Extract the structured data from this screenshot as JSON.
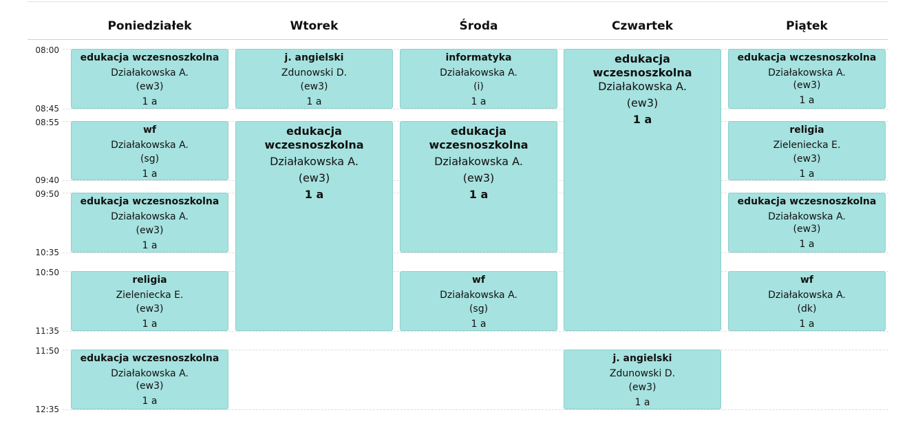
{
  "days": [
    "Poniedziałek",
    "Wtorek",
    "Środa",
    "Czwartek",
    "Piątek"
  ],
  "times": [
    "08:00",
    "08:45",
    "08:55",
    "09:40",
    "09:50",
    "10:35",
    "10:50",
    "11:35",
    "11:50",
    "12:35"
  ],
  "lessons": [
    {
      "subject": "edukacja wczesnoszkolna",
      "teacher": "Działakowska A.",
      "room": "(ew3)",
      "class": "1 a"
    },
    {
      "subject": "wf",
      "teacher": "Działakowska A.",
      "room": "(sg)",
      "class": "1 a"
    },
    {
      "subject": "edukacja wczesnoszkolna",
      "teacher": "Działakowska A.",
      "room": "(ew3)",
      "class": "1 a"
    },
    {
      "subject": "religia",
      "teacher": "Zieleniecka E.",
      "room": "(ew3)",
      "class": "1 a"
    },
    {
      "subject": "edukacja wczesnoszkolna",
      "teacher": "Działakowska A.",
      "room": "(ew3)",
      "class": "1 a"
    },
    {
      "subject": "j. angielski",
      "teacher": "Zdunowski D.",
      "room": "(ew3)",
      "class": "1 a"
    },
    {
      "subject": "edukacja wczesnoszkolna",
      "teacher": "Działakowska A.",
      "room": "(ew3)",
      "class": "1 a"
    },
    {
      "subject": "informatyka",
      "teacher": "Działakowska A.",
      "room": "(i)",
      "class": "1 a"
    },
    {
      "subject": "edukacja wczesnoszkolna",
      "teacher": "Działakowska A.",
      "room": "(ew3)",
      "class": "1 a"
    },
    {
      "subject": "wf",
      "teacher": "Działakowska A.",
      "room": "(sg)",
      "class": "1 a"
    },
    {
      "subject": "edukacja wczesnoszkolna",
      "teacher": "Działakowska A.",
      "room": "(ew3)",
      "class": "1 a"
    },
    {
      "subject": "j. angielski",
      "teacher": "Zdunowski D.",
      "room": "(ew3)",
      "class": "1 a"
    },
    {
      "subject": "edukacja wczesnoszkolna",
      "teacher": "Działakowska A.",
      "room": "(ew3)",
      "class": "1 a"
    },
    {
      "subject": "religia",
      "teacher": "Zieleniecka E.",
      "room": "(ew3)",
      "class": "1 a"
    },
    {
      "subject": "edukacja wczesnoszkolna",
      "teacher": "Działakowska A.",
      "room": "(ew3)",
      "class": "1 a"
    },
    {
      "subject": "wf",
      "teacher": "Działakowska A.",
      "room": "(dk)",
      "class": "1 a"
    }
  ],
  "colors": {
    "lesson_bg": "#a6e2df",
    "lesson_border": "#8fcfcb"
  }
}
